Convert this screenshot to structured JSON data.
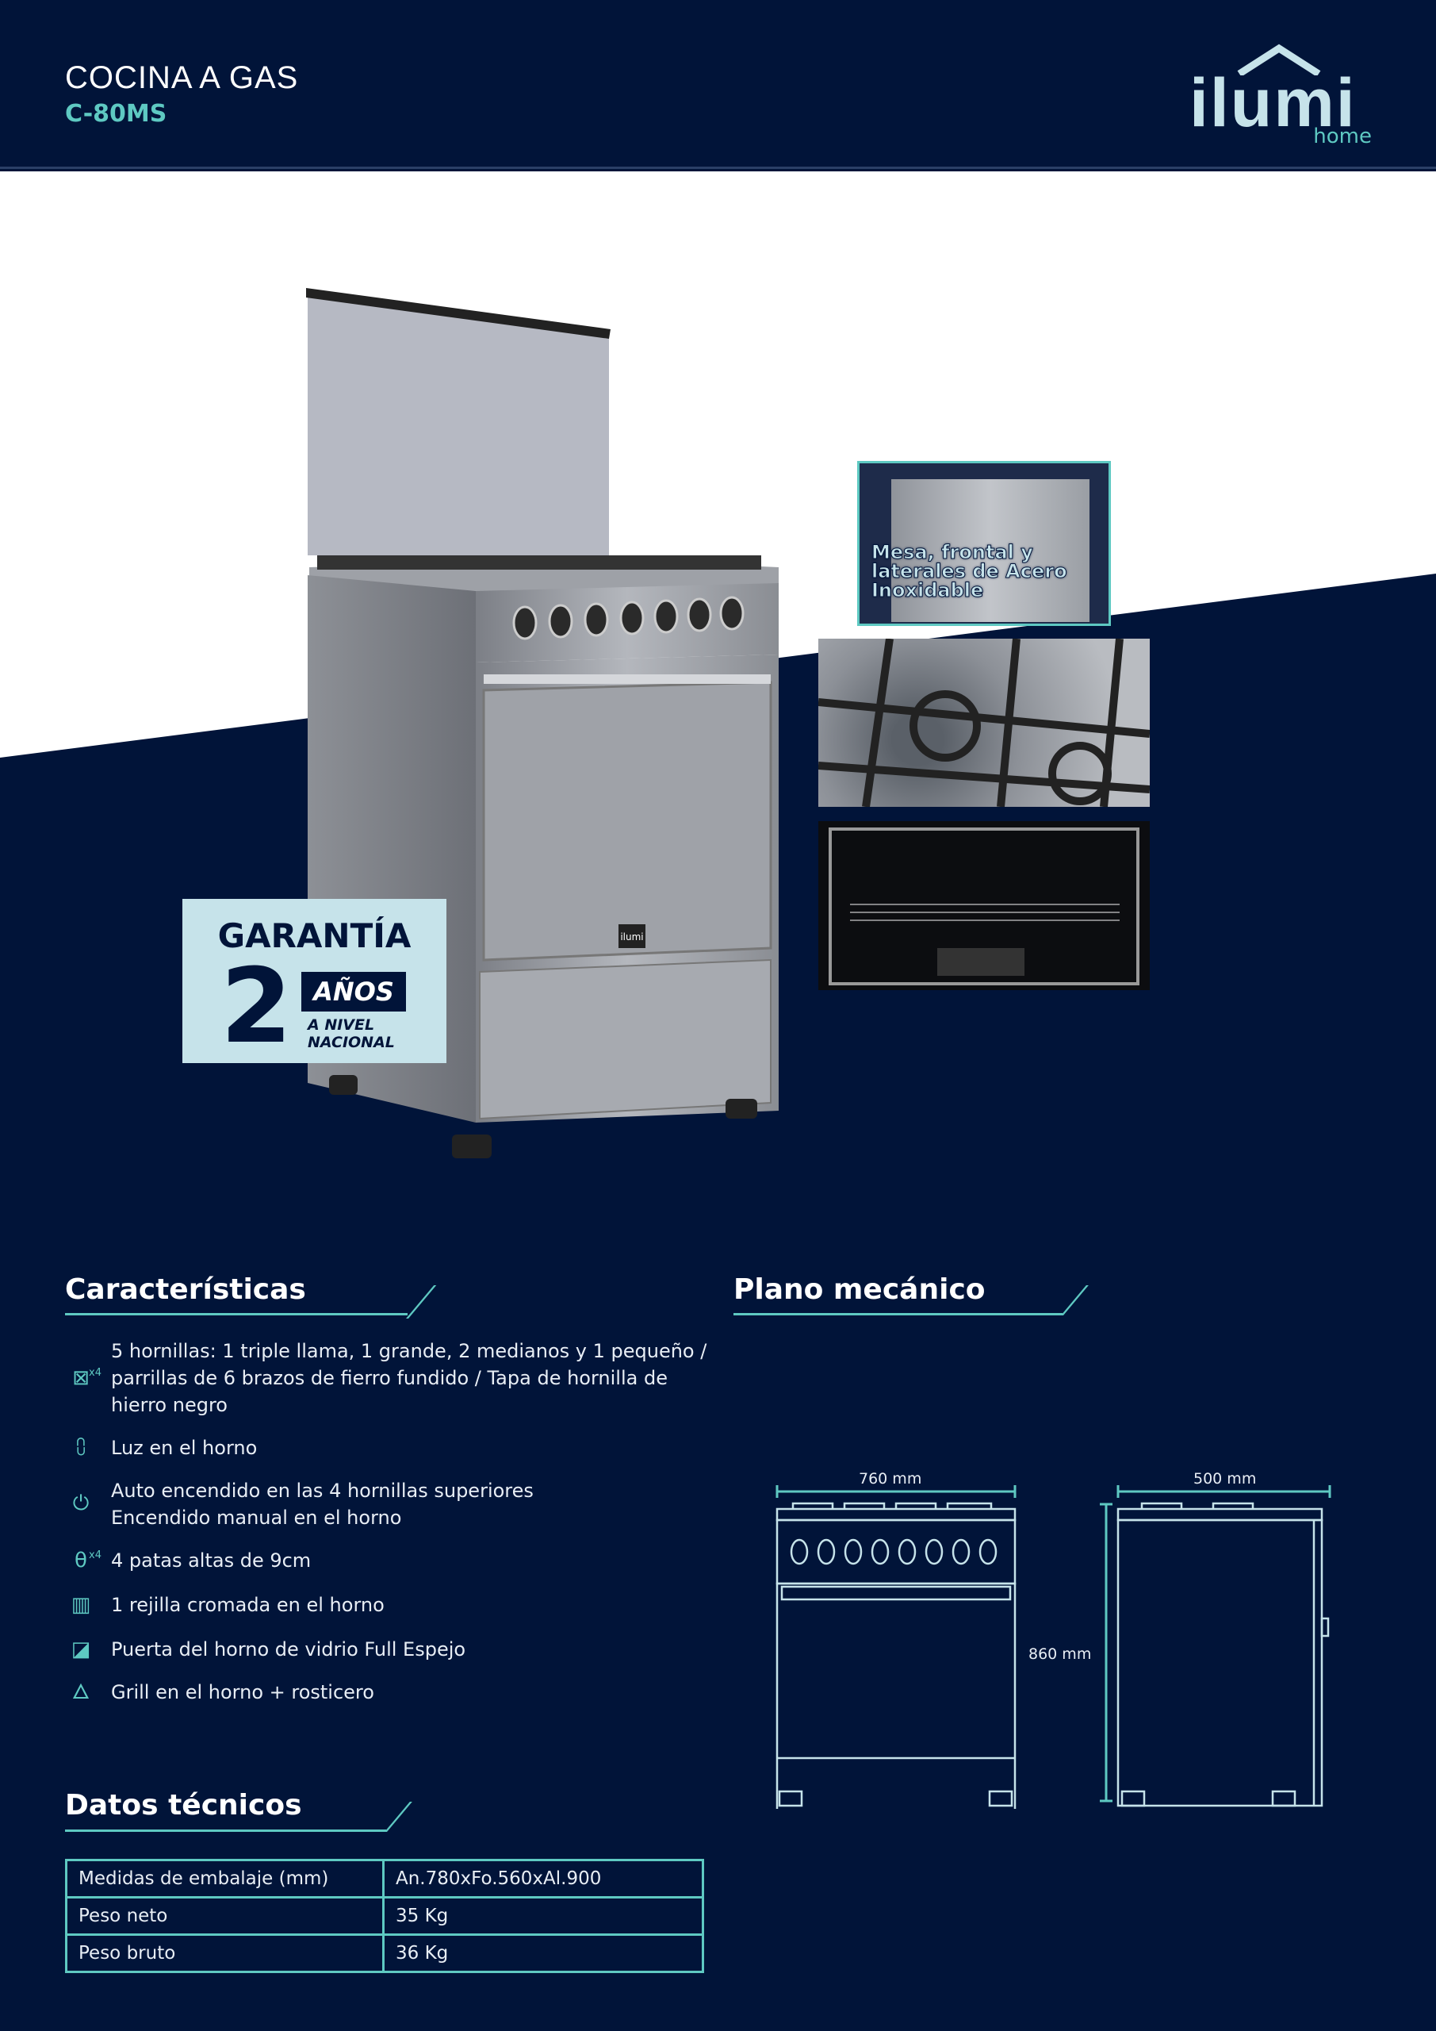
{
  "header": {
    "title": "COCINA A GAS",
    "model": "C-80MS",
    "logo": "ilumi",
    "logo_sub": "home"
  },
  "product": {
    "badge": {
      "title": "GARANTÍA",
      "years": "2",
      "unit": "AÑOS",
      "line1": "A NIVEL",
      "line2": "NACIONAL"
    },
    "stove_brand": "ilumi",
    "thumb_caption": "Mesa, frontal y laterales de Acero Inoxidable"
  },
  "features": {
    "heading": "Características",
    "items": [
      {
        "icon": "burner-icon",
        "badge": "x4",
        "text": "5 hornillas: 1 triple llama, 1 grande, 2 medianos y 1 pequeño / parrillas de 6 brazos de fierro fundido / Tapa de hornilla de hierro negro"
      },
      {
        "icon": "oven-light-icon",
        "text": "Luz en el horno"
      },
      {
        "icon": "power-icon",
        "text": "Auto encendido en las 4 hornillas superiores\nEncendido manual en el horno"
      },
      {
        "icon": "leg-icon",
        "badge": "x4",
        "text": "4 patas altas de 9cm"
      },
      {
        "icon": "rack-icon",
        "text": "1 rejilla cromada en el horno"
      },
      {
        "icon": "glass-door-icon",
        "text": "Puerta del horno de vidrio Full Espejo"
      },
      {
        "icon": "flame-icon",
        "text": "Grill en el horno + rosticero"
      }
    ]
  },
  "tech": {
    "heading": "Datos técnicos",
    "rows": [
      [
        "Medidas de embalaje (mm)",
        "An.780xFo.560xAl.900"
      ],
      [
        "Peso neto",
        "35 Kg"
      ],
      [
        "Peso bruto",
        "36 Kg"
      ]
    ]
  },
  "plan": {
    "heading": "Plano mecánico",
    "width": "760 mm",
    "depth": "500 mm",
    "height": "860 mm"
  },
  "colors": {
    "navy": "#011439",
    "teal": "#5ec9c2",
    "badge_bg": "#c6e3ea"
  }
}
